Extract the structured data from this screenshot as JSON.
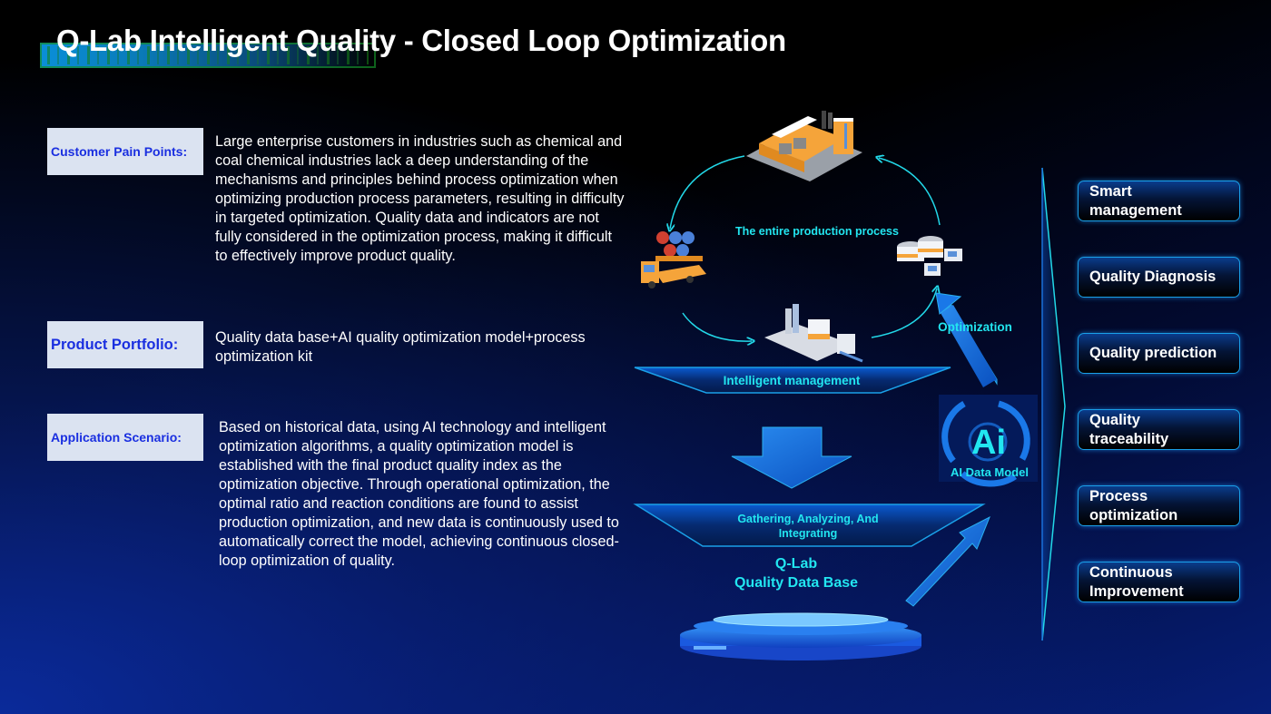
{
  "header": {
    "title": "Q-Lab Intelligent Quality - Closed Loop Optimization"
  },
  "sections": [
    {
      "label": "Customer Pain Points:",
      "text": "Large enterprise customers in industries such as chemical and coal chemical industries lack a deep understanding of the mechanisms and principles behind process optimization when optimizing production process parameters, resulting in difficulty in targeted optimization. Quality data and indicators are not fully considered in the optimization process, making it difficult to effectively improve product quality."
    },
    {
      "label": "Product Portfolio:",
      "text": "Quality data base+AI quality optimization model+process optimization kit"
    },
    {
      "label": "Application Scenario:",
      "text": "Based on historical data, using AI technology and intelligent optimization algorithms, a quality optimization model is established with the final product quality index as the optimization objective. Through operational optimization, the optimal ratio and reaction conditions are found to assist production optimization, and new data is continuously used to automatically correct the model, achieving continuous closed-loop optimization of quality."
    }
  ],
  "diagram": {
    "cycle_label": "The entire production process",
    "cycle_nodes": [
      "factory",
      "delivery-truck",
      "processing-plant",
      "storage-tanks"
    ],
    "management_label": "Intelligent management",
    "gathering_label_line1": "Gathering, Analyzing, And",
    "gathering_label_line2": "Integrating",
    "database_label_line1": "Q-Lab",
    "database_label_line2": "Quality Data Base",
    "optimization_label": "Optimization",
    "ai_glyph": "Ai",
    "ai_label": "AI Data Model"
  },
  "capabilities": [
    {
      "line1": "Smart",
      "line2": "management"
    },
    {
      "line1": "Quality Diagnosis",
      "line2": ""
    },
    {
      "line1": "Quality prediction",
      "line2": ""
    },
    {
      "line1": "Quality",
      "line2": "traceability"
    },
    {
      "line1": "Process",
      "line2": "optimization"
    },
    {
      "line1": "Continuous",
      "line2": "Improvement"
    }
  ],
  "colors": {
    "accent_cyan": "#22e6f0",
    "label_blue": "#1a2fe0",
    "label_bg": "#dbe3f1",
    "arrow_blue": "#1a78e8"
  }
}
